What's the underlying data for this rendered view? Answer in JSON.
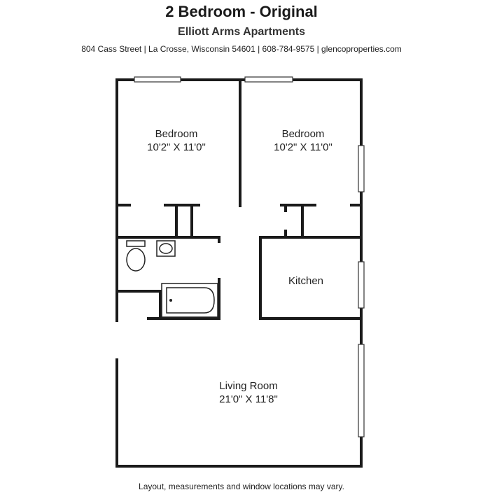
{
  "header": {
    "title": "2 Bedroom - Original",
    "subtitle": "Elliott Arms Apartments",
    "address": "804 Cass Street  |  La Crosse, Wisconsin 54601  |  608-784-9575  |  glencoproperties.com"
  },
  "rooms": {
    "bedroom1": {
      "name": "Bedroom",
      "dimensions": "10'2\" X 11'0\""
    },
    "bedroom2": {
      "name": "Bedroom",
      "dimensions": "10'2\" X 11'0\""
    },
    "kitchen": {
      "name": "Kitchen"
    },
    "living": {
      "name": "Living Room",
      "dimensions": "21'0\" X 11'8\""
    }
  },
  "footer": {
    "note": "Layout, measurements and window locations may vary."
  }
}
